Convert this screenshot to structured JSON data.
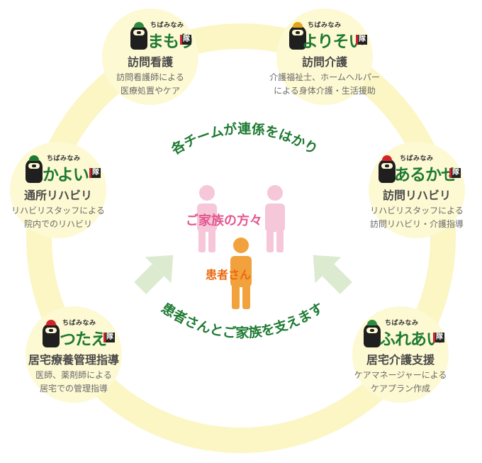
{
  "top_caption": "各チームが連係をはかり",
  "bottom_caption": "患者さんとご家族を支えます",
  "center": {
    "family": "ご家族の方々",
    "patient": "患者さん"
  },
  "teams": [
    {
      "ruby": "ちばみなみ",
      "brand": "まもり",
      "tai": "隊",
      "title": "訪問看護",
      "desc": [
        "訪問看護師による",
        "医療処置やケア"
      ]
    },
    {
      "ruby": "ちばみなみ",
      "brand": "よりそい",
      "tai": "隊",
      "title": "訪問介護",
      "desc": [
        "介護福祉士、ホームヘルパー",
        "による身体介護・生活援助"
      ]
    },
    {
      "ruby": "ちばみなみ",
      "brand": "あるかせ",
      "tai": "隊",
      "title": "訪問リハビリ",
      "desc": [
        "リハビリスタッフによる",
        "訪問リハビリ・介護指導"
      ]
    },
    {
      "ruby": "ちばみなみ",
      "brand": "ふれあい",
      "tai": "隊",
      "title": "居宅介護支援",
      "desc": [
        "ケアマネージャーによる",
        "ケアプラン作成"
      ]
    },
    {
      "ruby": "ちばみなみ",
      "brand": "つたえ",
      "tai": "隊",
      "title": "居宅療養管理指導",
      "desc": [
        "医師、薬剤師による",
        "居宅での管理指導"
      ]
    },
    {
      "ruby": "ちばみなみ",
      "brand": "かよい",
      "tai": "隊",
      "title": "通所リハビリ",
      "desc": [
        "リハビリスタッフによる",
        "院内でのリハビリ"
      ]
    }
  ],
  "colors": {
    "ring": "#fbf6c4",
    "node_fill": "#fdf9d3",
    "caption_green": "#1e7a33",
    "family_pink": "#f6c6d9",
    "family_text": "#e3578f",
    "patient_orange": "#f1a23c",
    "patient_text": "#ea6a10",
    "arrow_green": "#dcebd0"
  }
}
